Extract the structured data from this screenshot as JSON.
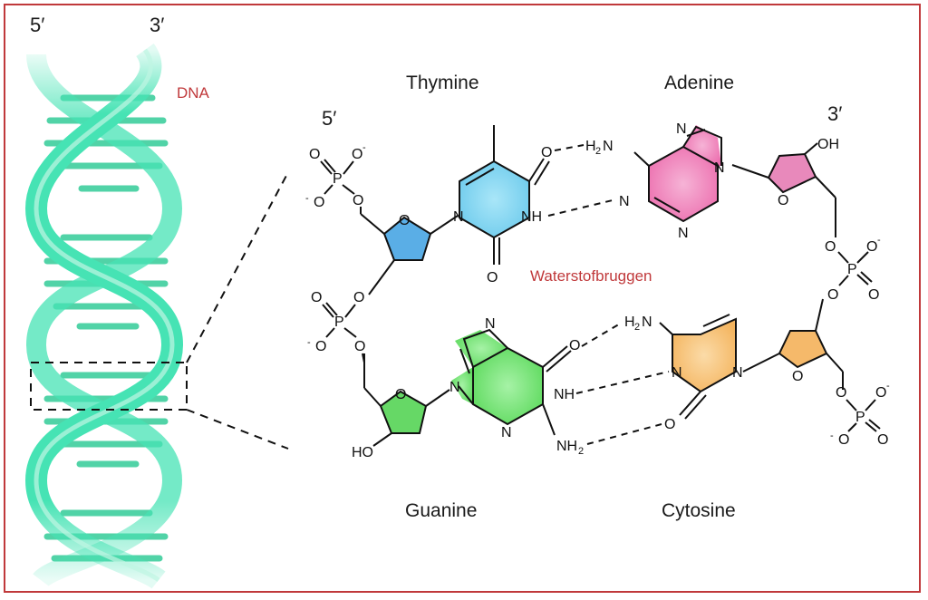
{
  "strand_labels": {
    "five_prime": "5′",
    "three_prime": "3′"
  },
  "helix_label": "DNA",
  "bases": {
    "thymine": "Thymine",
    "adenine": "Adenine",
    "guanine": "Guanine",
    "cytosine": "Cytosine"
  },
  "hydrogen_bonds_label": "Waterstofbruggen",
  "colors": {
    "frame": "#c0393b",
    "helix": "#46e3b4",
    "thymine": "#7fd3ef",
    "adenine": "#ef7fb6",
    "guanine": "#6fe06f",
    "cytosine": "#f7c27a",
    "sugar_top_left": "#5aaee6",
    "sugar_top_right": "#e889bb",
    "sugar_bottom_left": "#66d866",
    "sugar_bottom_right": "#f5b96a"
  }
}
